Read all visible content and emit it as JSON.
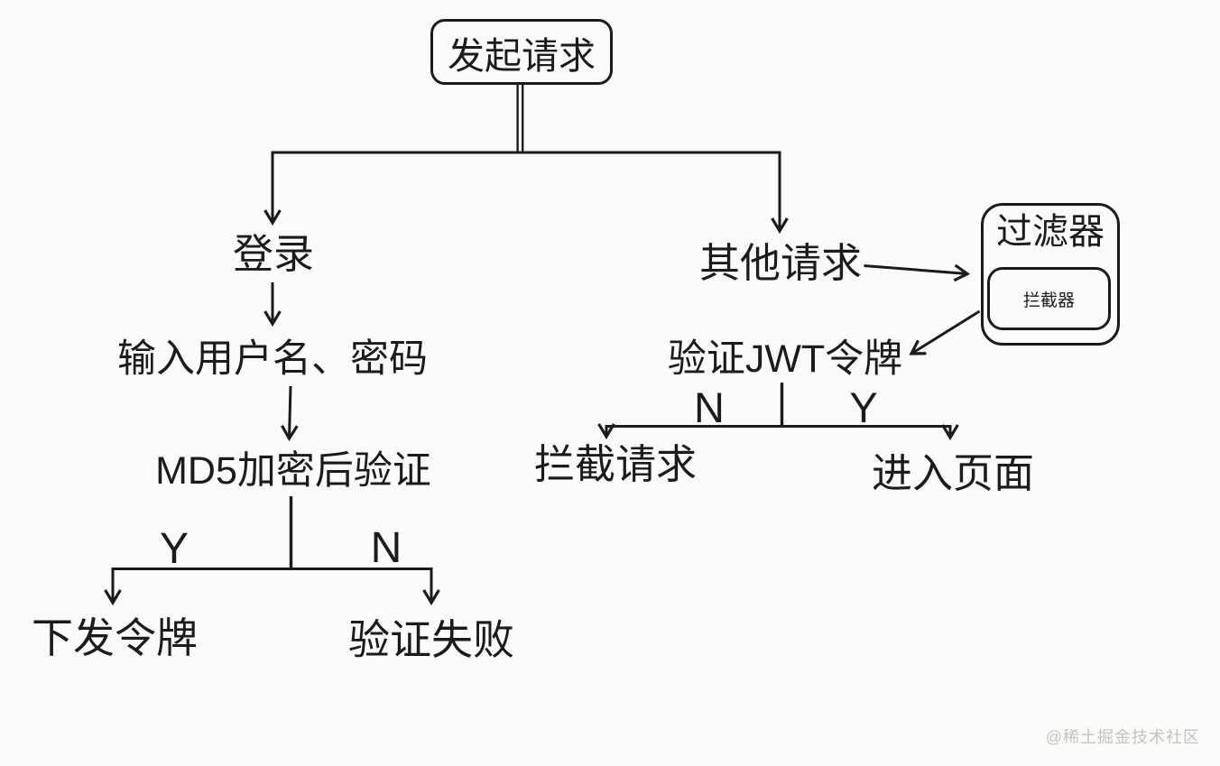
{
  "diagram_type": "flowchart",
  "colors": {
    "line": "#1b1b1b",
    "background": "#fbfbfa",
    "watermark_text": "#c6c3bf"
  },
  "nodes": {
    "start": "发起请求",
    "login": "登录",
    "input_credentials": "输入用户名、密码",
    "md5_verify": "MD5加密后验证",
    "issue_token": "下发令牌",
    "verify_fail": "验证失败",
    "other_request": "其他请求",
    "filter": "过滤器",
    "interceptor": "拦截器",
    "verify_jwt": "验证JWT令牌",
    "intercept_request": "拦截请求",
    "enter_page": "进入页面"
  },
  "branch_labels": {
    "md5_yes": "Y",
    "md5_no": "N",
    "jwt_no": "N",
    "jwt_yes": "Y"
  },
  "edges": [
    {
      "from": "start",
      "to": "login"
    },
    {
      "from": "start",
      "to": "other_request"
    },
    {
      "from": "login",
      "to": "input_credentials"
    },
    {
      "from": "input_credentials",
      "to": "md5_verify"
    },
    {
      "from": "md5_verify",
      "to": "issue_token",
      "label": "Y"
    },
    {
      "from": "md5_verify",
      "to": "verify_fail",
      "label": "N"
    },
    {
      "from": "other_request",
      "to": "filter"
    },
    {
      "from": "filter",
      "to": "verify_jwt"
    },
    {
      "from": "verify_jwt",
      "to": "intercept_request",
      "label": "N"
    },
    {
      "from": "verify_jwt",
      "to": "enter_page",
      "label": "Y"
    }
  ],
  "watermark": "@稀土掘金技术社区"
}
